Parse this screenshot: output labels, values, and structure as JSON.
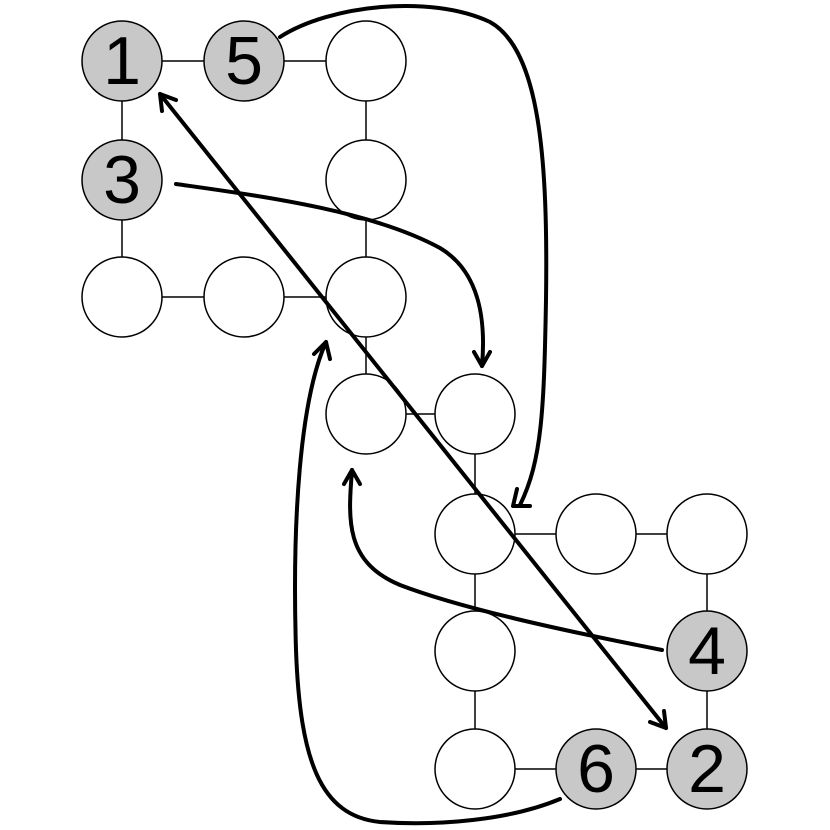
{
  "colors": {
    "highlighted_fill": "#c8c8c8",
    "normal_fill": "#ffffff",
    "stroke": "#000000"
  },
  "nodes": {
    "n1": {
      "label": "1",
      "highlighted": true
    },
    "n5": {
      "label": "5",
      "highlighted": true
    },
    "n3": {
      "label": "3",
      "highlighted": true
    },
    "n4": {
      "label": "4",
      "highlighted": true
    },
    "n6": {
      "label": "6",
      "highlighted": true
    },
    "n2": {
      "label": "2",
      "highlighted": true
    }
  }
}
